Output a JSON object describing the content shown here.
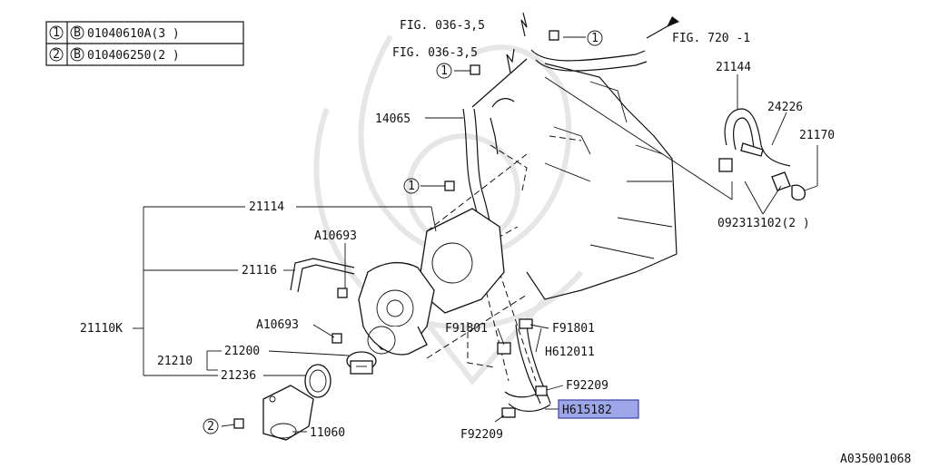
{
  "legend": [
    {
      "num": "1",
      "part": "B",
      "code": "01040610A(3 )"
    },
    {
      "num": "2",
      "part": "B",
      "code": "010406250(2 )"
    }
  ],
  "labels": {
    "fig_036_top": "FIG. 036-3,5",
    "fig_036_mid": "FIG. 036-3,5",
    "fig_720": "FIG. 720 -1",
    "p14065": "14065",
    "p21144": "21144",
    "p24226": "24226",
    "p21170": "21170",
    "p092313102": "092313102(2 )",
    "p21114": "21114",
    "a10693_top": "A10693",
    "p21116": "21116",
    "p21110k": "21110K",
    "a10693_low": "A10693",
    "p21200": "21200",
    "p21210": "21210",
    "p21236": "21236",
    "p11060": "11060",
    "f91801_left": "F91801",
    "f91801_right": "F91801",
    "h612011": "H612011",
    "f92209_right": "F92209",
    "h615182": "H615182",
    "f92209_bottom": "F92209",
    "ref_code": "A035001068"
  },
  "callouts": {
    "one": "1",
    "two": "2"
  },
  "colors": {
    "highlight_fill": "#9ea6ea",
    "highlight_border": "#3b3fa0",
    "watermark": "#e6e6e6"
  }
}
